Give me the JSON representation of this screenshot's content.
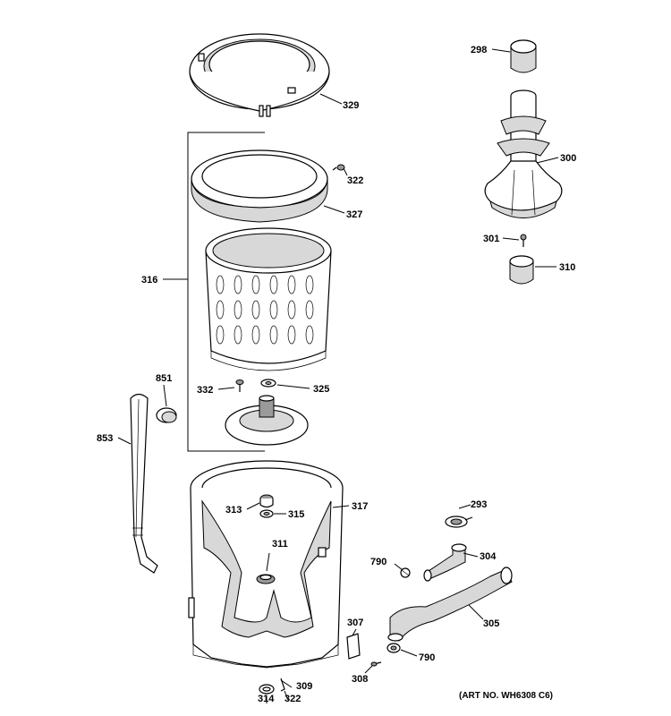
{
  "callouts": {
    "p298": "298",
    "p329": "329",
    "p300": "300",
    "p322a": "322",
    "p327": "327",
    "p301": "301",
    "p310": "310",
    "p316": "316",
    "p851": "851",
    "p332": "332",
    "p325": "325",
    "p853": "853",
    "p317": "317",
    "p313": "313",
    "p315": "315",
    "p293": "293",
    "p311": "311",
    "p790a": "790",
    "p304": "304",
    "p307": "307",
    "p305": "305",
    "p790b": "790",
    "p308": "308",
    "p314": "314",
    "p322b": "322",
    "p309": "309"
  },
  "art_number": "(ART NO. WH6308 C6)"
}
